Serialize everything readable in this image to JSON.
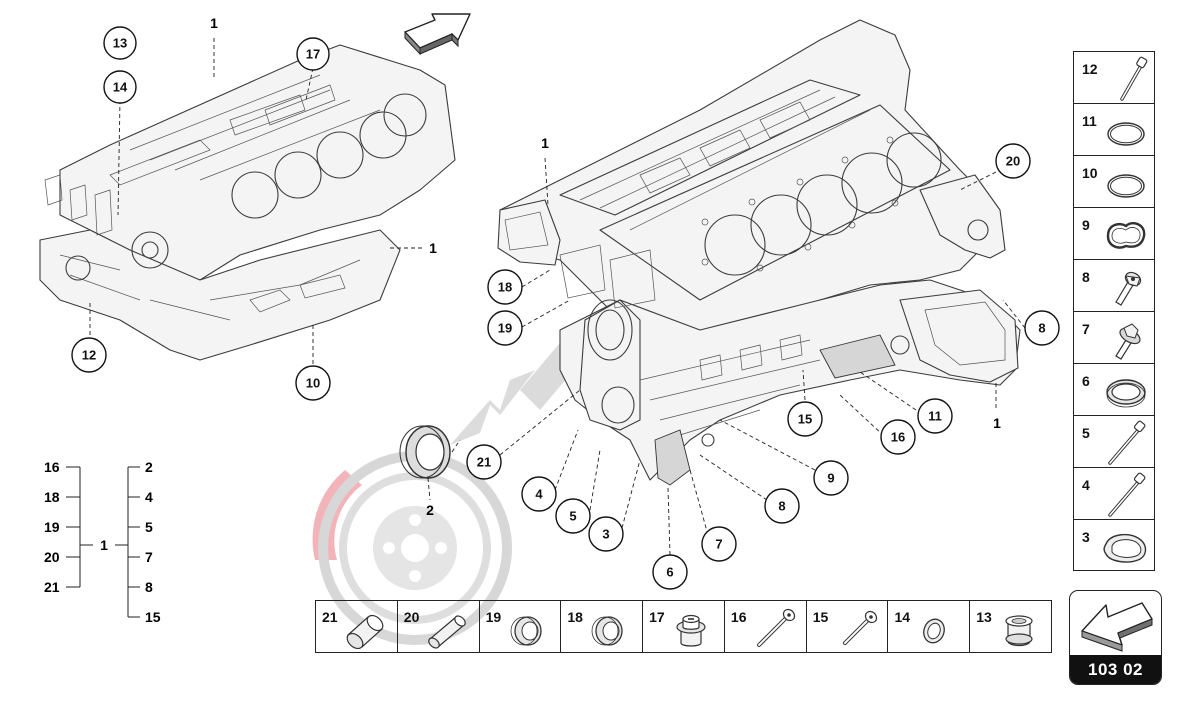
{
  "diagram": {
    "page_code": "103 02",
    "callouts_left_view": [
      "13",
      "14",
      "1",
      "17",
      "1",
      "12",
      "10"
    ],
    "callouts_main_view": [
      "1",
      "20",
      "18",
      "19",
      "8",
      "15",
      "16",
      "11",
      "1",
      "21",
      "2",
      "9",
      "4",
      "5",
      "3",
      "8",
      "7",
      "6"
    ],
    "side_parts": [
      {
        "num": "12",
        "icon": "long-bolt-icon"
      },
      {
        "num": "11",
        "icon": "o-ring-icon"
      },
      {
        "num": "10",
        "icon": "o-ring-icon"
      },
      {
        "num": "9",
        "icon": "profile-gasket-icon"
      },
      {
        "num": "8",
        "icon": "short-bolt-icon"
      },
      {
        "num": "7",
        "icon": "flange-bolt-icon"
      },
      {
        "num": "6",
        "icon": "sealing-ring-icon"
      },
      {
        "num": "5",
        "icon": "long-bolt-icon"
      },
      {
        "num": "4",
        "icon": "long-bolt-icon"
      },
      {
        "num": "3",
        "icon": "seal-gasket-icon"
      }
    ],
    "bottom_parts": [
      {
        "num": "21",
        "icon": "sleeve-icon"
      },
      {
        "num": "20",
        "icon": "dowel-sleeve-icon"
      },
      {
        "num": "19",
        "icon": "ring-icon"
      },
      {
        "num": "18",
        "icon": "ring-icon"
      },
      {
        "num": "17",
        "icon": "screw-plug-icon"
      },
      {
        "num": "16",
        "icon": "bolt-icon"
      },
      {
        "num": "15",
        "icon": "bolt-icon"
      },
      {
        "num": "14",
        "icon": "washer-icon"
      },
      {
        "num": "13",
        "icon": "cap-plug-icon"
      }
    ],
    "tree": {
      "root": "1",
      "left": [
        "16",
        "18",
        "19",
        "20",
        "21"
      ],
      "right": [
        "2",
        "4",
        "5",
        "7",
        "8",
        "15"
      ]
    }
  },
  "colors": {
    "line": "#222222",
    "nav_code_bg": "#111111",
    "nav_arrow": "#9a9a9a"
  }
}
